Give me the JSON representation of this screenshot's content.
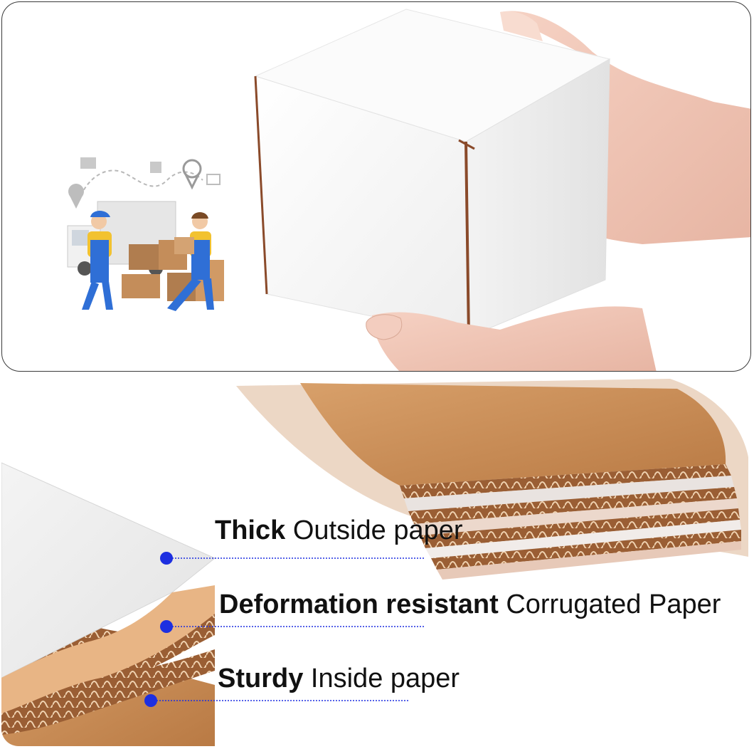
{
  "features": [
    {
      "bold": "Thick",
      "regular": "Outside paper"
    },
    {
      "bold": "Deformation resistant",
      "regular": "Corrugated Paper"
    },
    {
      "bold": "Sturdy",
      "regular": "Inside paper"
    }
  ],
  "colors": {
    "accent_dot": "#1d2fe0",
    "kraft": "#c98c5a",
    "kraft_dark": "#8a5530",
    "worker_blue": "#2f6fd6",
    "worker_yellow": "#f2c230",
    "panel_border": "#3a3a3a"
  }
}
